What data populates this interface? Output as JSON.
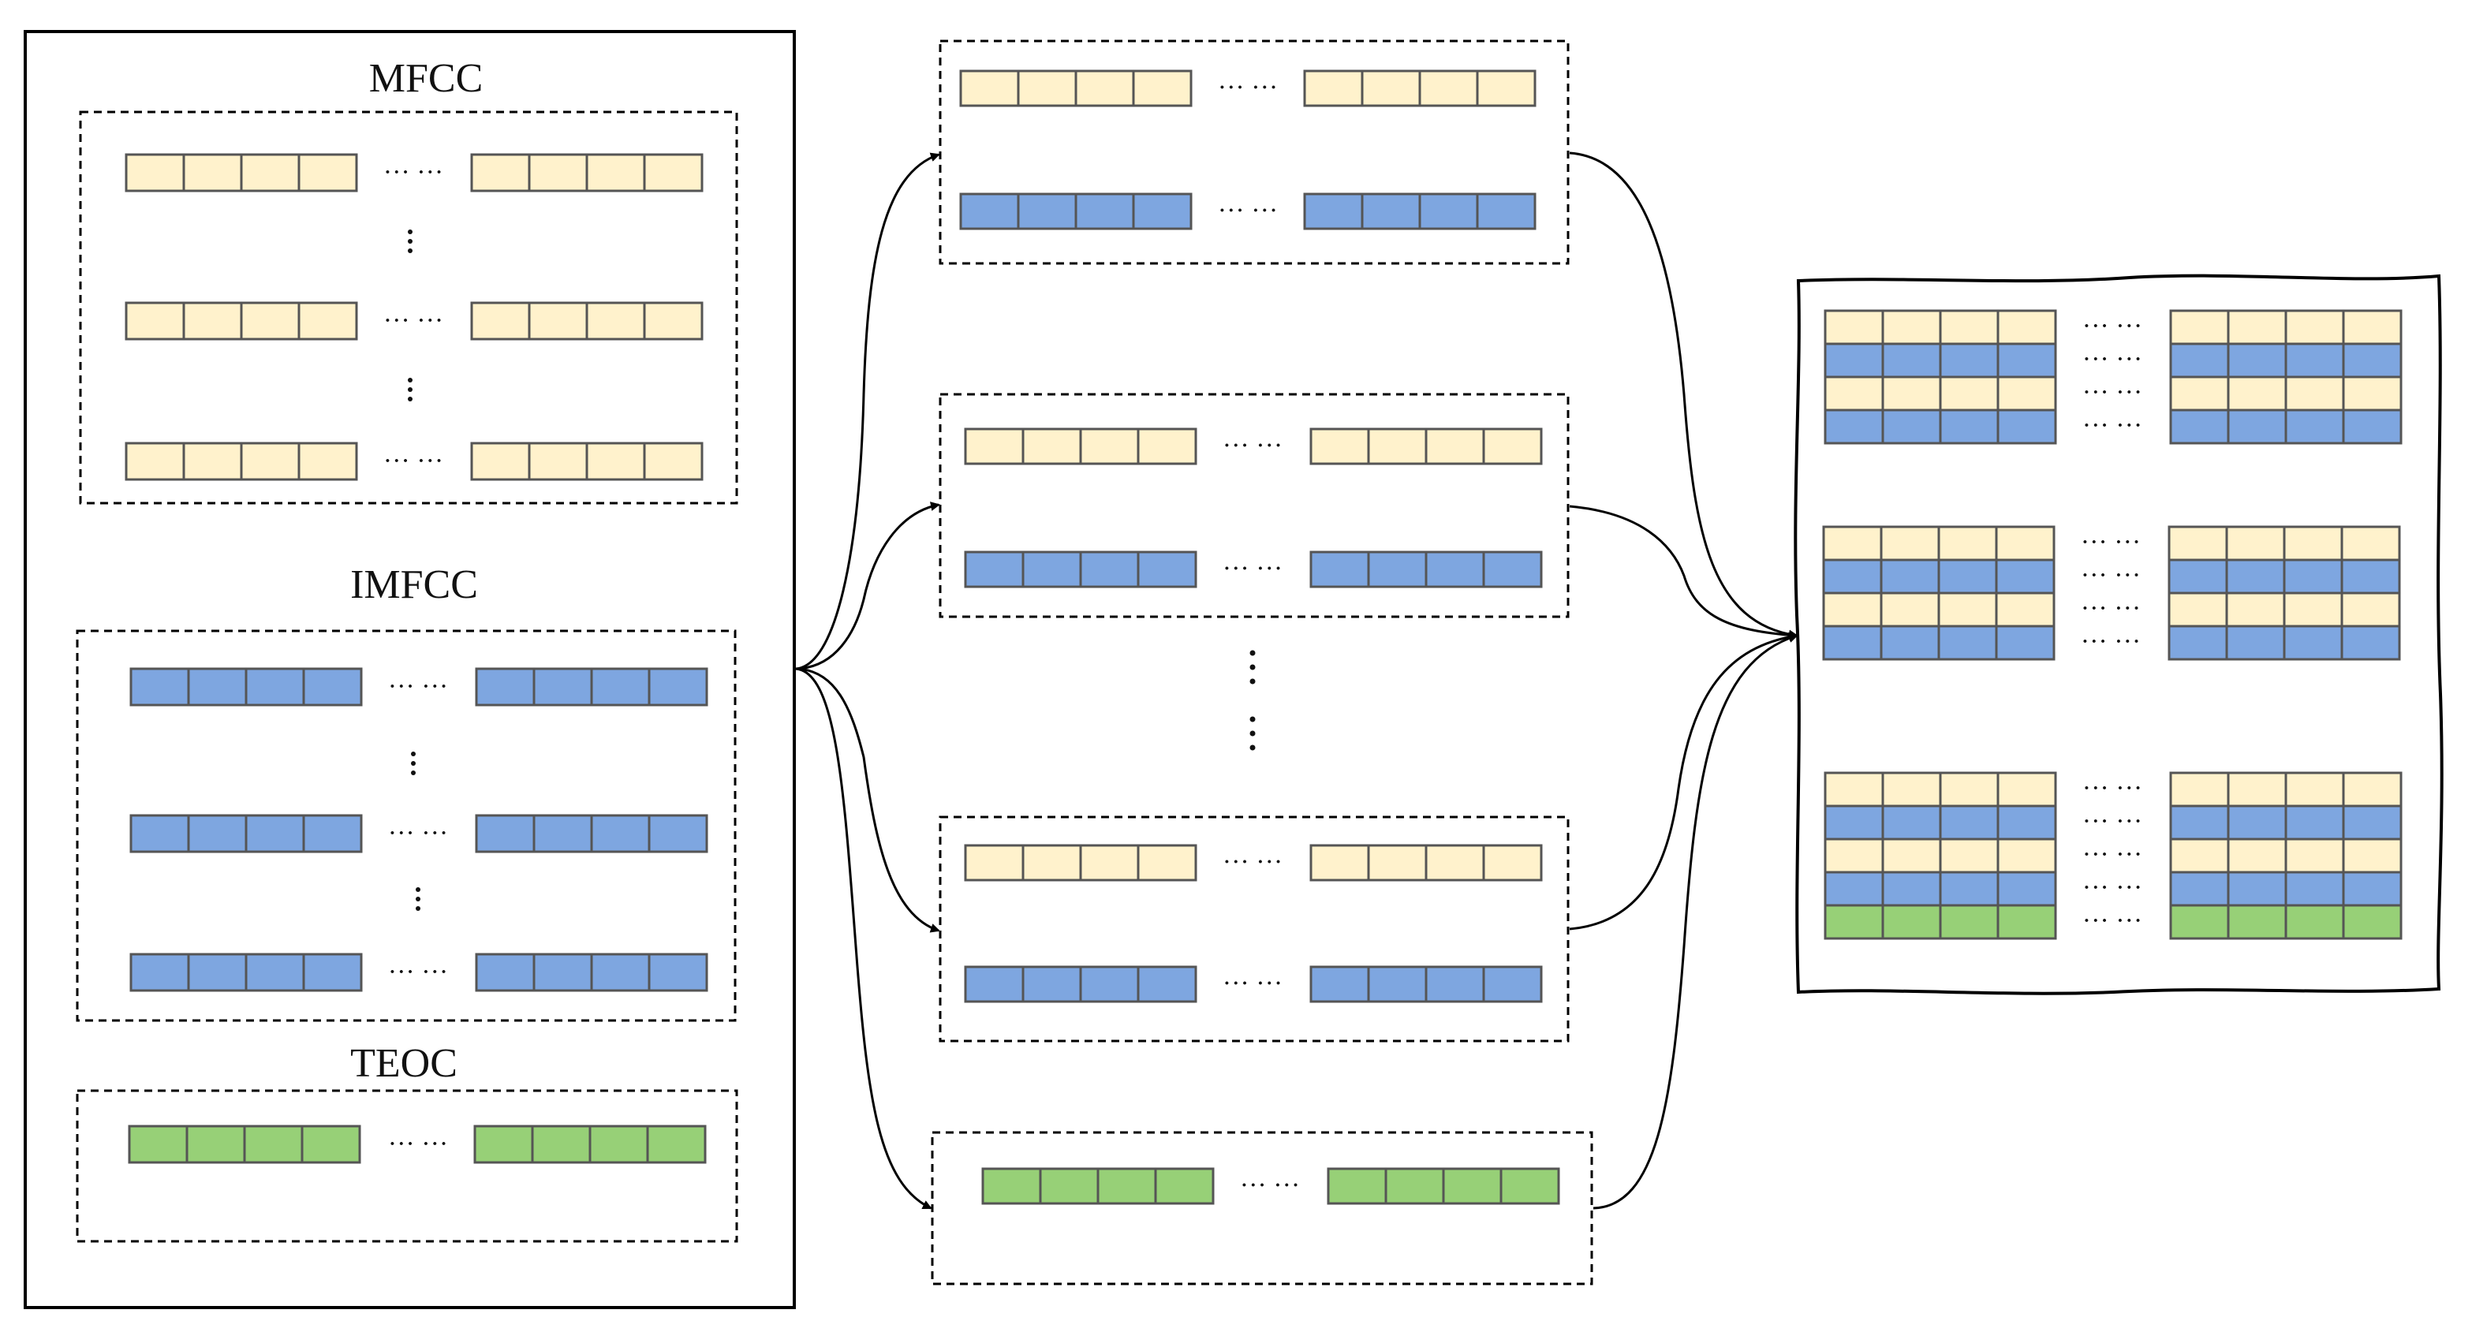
{
  "labels": {
    "mfcc": "MFCC",
    "imfcc": "IMFCC",
    "teoc": "TEOC"
  },
  "ellipsis": "··· ···",
  "colors": {
    "mfcc_cell": "#fff2cc",
    "imfcc_cell": "#7ea6e0",
    "teoc_cell": "#97d077",
    "cell_stroke": "#555555",
    "line": "#000000"
  },
  "icons": {
    "vertical_ellipsis": "vertical-ellipsis-icon",
    "arrowhead": "arrowhead-icon"
  }
}
